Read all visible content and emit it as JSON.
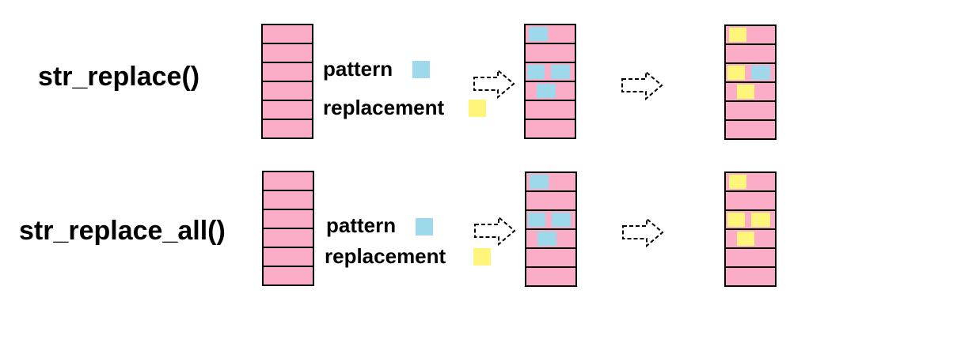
{
  "colors": {
    "string": "#fbadc7",
    "pattern": "#9ed9eb",
    "replacement": "#fff57a",
    "border": "#000000"
  },
  "examples": [
    {
      "function": "str_replace()",
      "pattern_label": "pattern",
      "replacement_label": "replacement"
    },
    {
      "function": "str_replace_all()",
      "pattern_label": "pattern",
      "replacement_label": "replacement"
    }
  ]
}
